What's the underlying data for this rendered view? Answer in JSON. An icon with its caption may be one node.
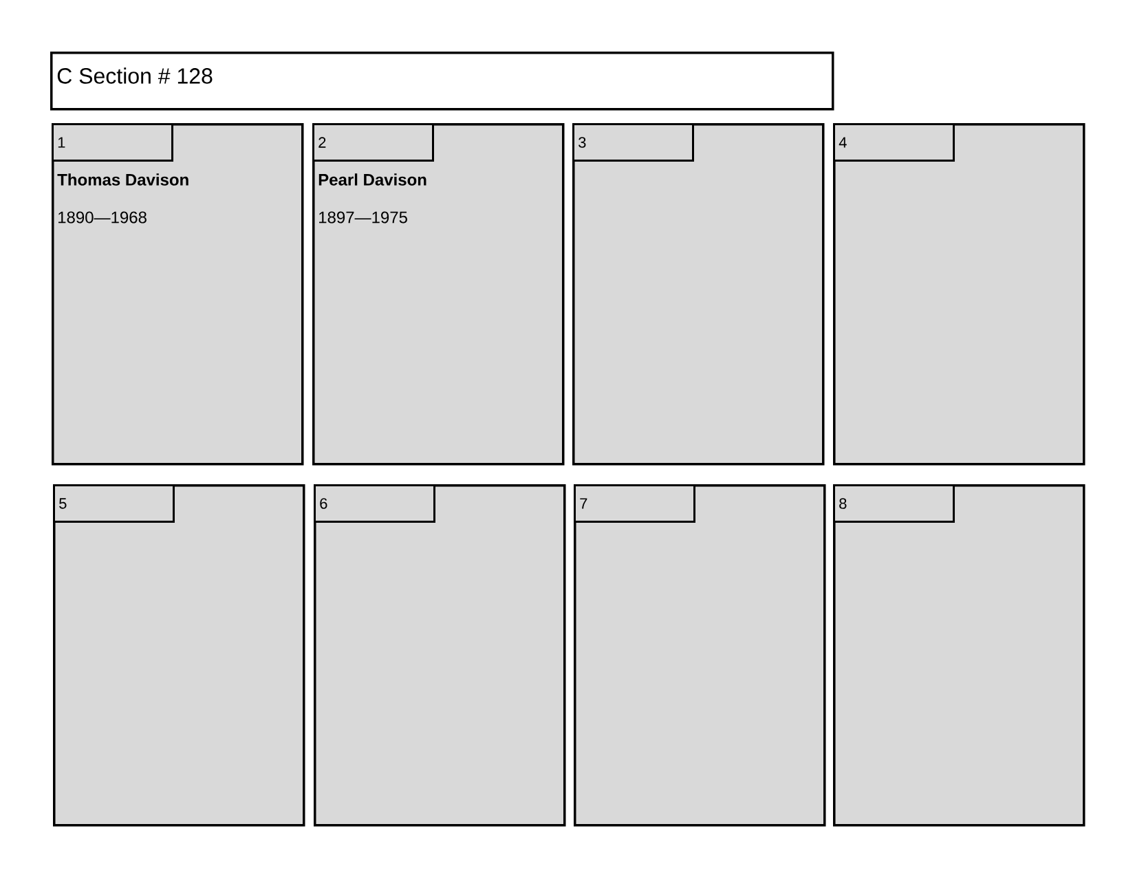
{
  "diagram": {
    "nodes": [
      {
        "text": [
          "C Section # 128"
        ]
      },
      {
        "text": [
          "Thomas Davison",
          "1890—1968"
        ]
      },
      {
        "text": [
          "1"
        ],
        "in": 1
      },
      {
        "text": [
          "Pearl Davison",
          "1897—1975"
        ]
      },
      {
        "text": [
          "2"
        ],
        "in": 3
      },
      {
        "text": [],
        "shape": "box"
      },
      {
        "text": [
          "3"
        ],
        "in": 5
      },
      {
        "text": [],
        "shape": "box"
      },
      {
        "text": [
          "4"
        ],
        "in": 7
      },
      {
        "text": [],
        "shape": "box"
      },
      {
        "text": [
          "5"
        ],
        "in": 9
      },
      {
        "text": [],
        "shape": "box"
      },
      {
        "text": [
          "6"
        ],
        "in": 11
      },
      {
        "text": [],
        "shape": "box"
      },
      {
        "text": [
          "7"
        ],
        "in": 13
      },
      {
        "text": [],
        "shape": "box"
      },
      {
        "text": [
          "8"
        ],
        "in": 15
      }
    ]
  }
}
